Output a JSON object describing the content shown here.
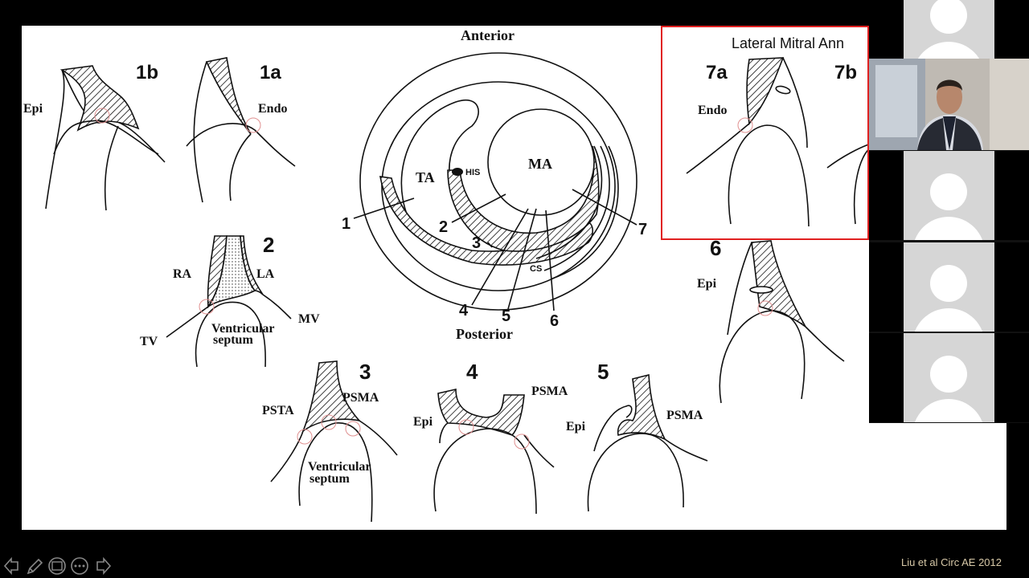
{
  "slide": {
    "center_diagram": {
      "top_label": "Anterior",
      "bottom_label": "Posterior",
      "tricuspid_label": "TA",
      "mitral_label": "MA",
      "his_label": "HIS",
      "cs_label": "CS",
      "numbers": [
        "1",
        "2",
        "3",
        "4",
        "5",
        "6",
        "7"
      ]
    },
    "panels": {
      "p1b": {
        "title": "1b",
        "label": "Epi"
      },
      "p1a": {
        "title": "1a",
        "label": "Endo"
      },
      "p2": {
        "title": "2",
        "labels": {
          "ra": "RA",
          "la": "LA",
          "mv": "MV",
          "tv": "TV",
          "septum_1": "Ventricular",
          "septum_2": "septum"
        }
      },
      "p3": {
        "title": "3",
        "labels": {
          "psta": "PSTA",
          "psma": "PSMA",
          "septum_1": "Ventricular",
          "septum_2": "septum"
        }
      },
      "p4": {
        "title": "4",
        "labels": {
          "epi": "Epi",
          "psma": "PSMA"
        }
      },
      "p5": {
        "title": "5",
        "labels": {
          "epi": "Epi",
          "psma": "PSMA"
        }
      },
      "p6": {
        "title": "6",
        "label": "Epi"
      }
    },
    "inset": {
      "title": "Lateral Mitral Ann",
      "p7a": {
        "title": "7a",
        "label": "Endo"
      },
      "p7b": {
        "title": "7b"
      }
    }
  },
  "meeting": {
    "participants": [
      {
        "kind": "avatar"
      },
      {
        "kind": "video"
      },
      {
        "kind": "avatar"
      },
      {
        "kind": "avatar"
      },
      {
        "kind": "avatar"
      }
    ]
  },
  "toolbar": {
    "icons": [
      "prev-arrow-icon",
      "pen-icon",
      "slide-view-icon",
      "more-options-icon",
      "next-arrow-icon"
    ]
  },
  "citation": "Liu et al Circ AE 2012"
}
